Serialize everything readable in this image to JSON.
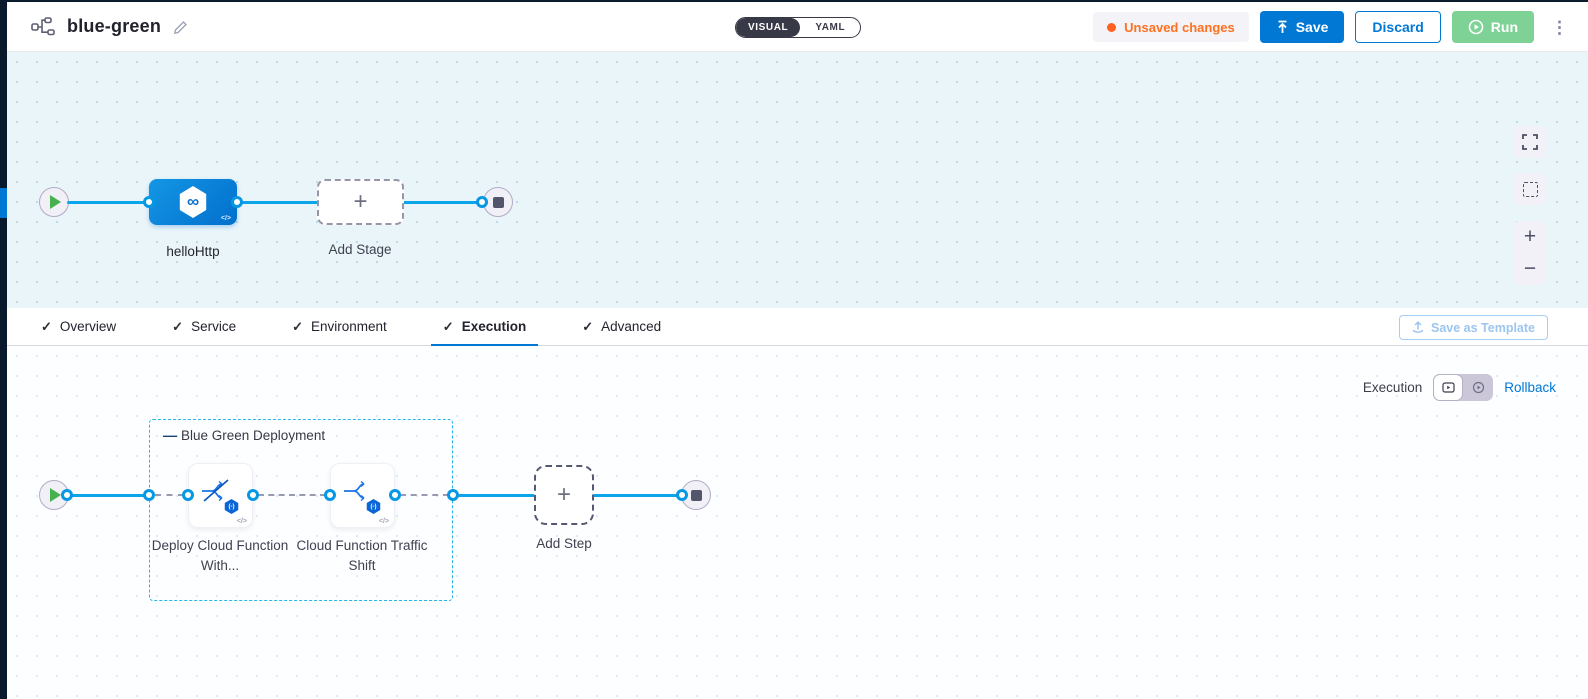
{
  "header": {
    "title": "blue-green",
    "view_modes": {
      "visual": "VISUAL",
      "yaml": "YAML"
    },
    "unsaved_label": "Unsaved changes",
    "save_label": "Save",
    "discard_label": "Discard",
    "run_label": "Run"
  },
  "stage_pipeline": {
    "stage_name": "helloHttp",
    "add_stage_label": "Add Stage"
  },
  "tabs": [
    {
      "label": "Overview"
    },
    {
      "label": "Service"
    },
    {
      "label": "Environment"
    },
    {
      "label": "Execution",
      "active": true
    },
    {
      "label": "Advanced"
    }
  ],
  "template_bar": {
    "save_as_template_label": "Save as Template"
  },
  "execution": {
    "mode_label": "Execution",
    "rollback_label": "Rollback",
    "group_label": "Blue Green Deployment",
    "steps": [
      {
        "name": "Deploy Cloud Function With..."
      },
      {
        "name": "Cloud Function Traffic Shift"
      }
    ],
    "add_step_label": "Add Step"
  },
  "icons": {
    "check": "✓",
    "plus": "+",
    "minus": "−",
    "kebab": "⋮",
    "code": "</>",
    "infinity": "∞",
    "fn_badge": "(-)",
    "group_dash": "—"
  },
  "colors": {
    "accent": "#0278d5",
    "connector": "#0aa6e9",
    "unsaved_orange": "#ff7020",
    "run_green": "#7fd295",
    "group_border": "#27b6ea",
    "canvas_top_bg": "#eaf5fa"
  }
}
